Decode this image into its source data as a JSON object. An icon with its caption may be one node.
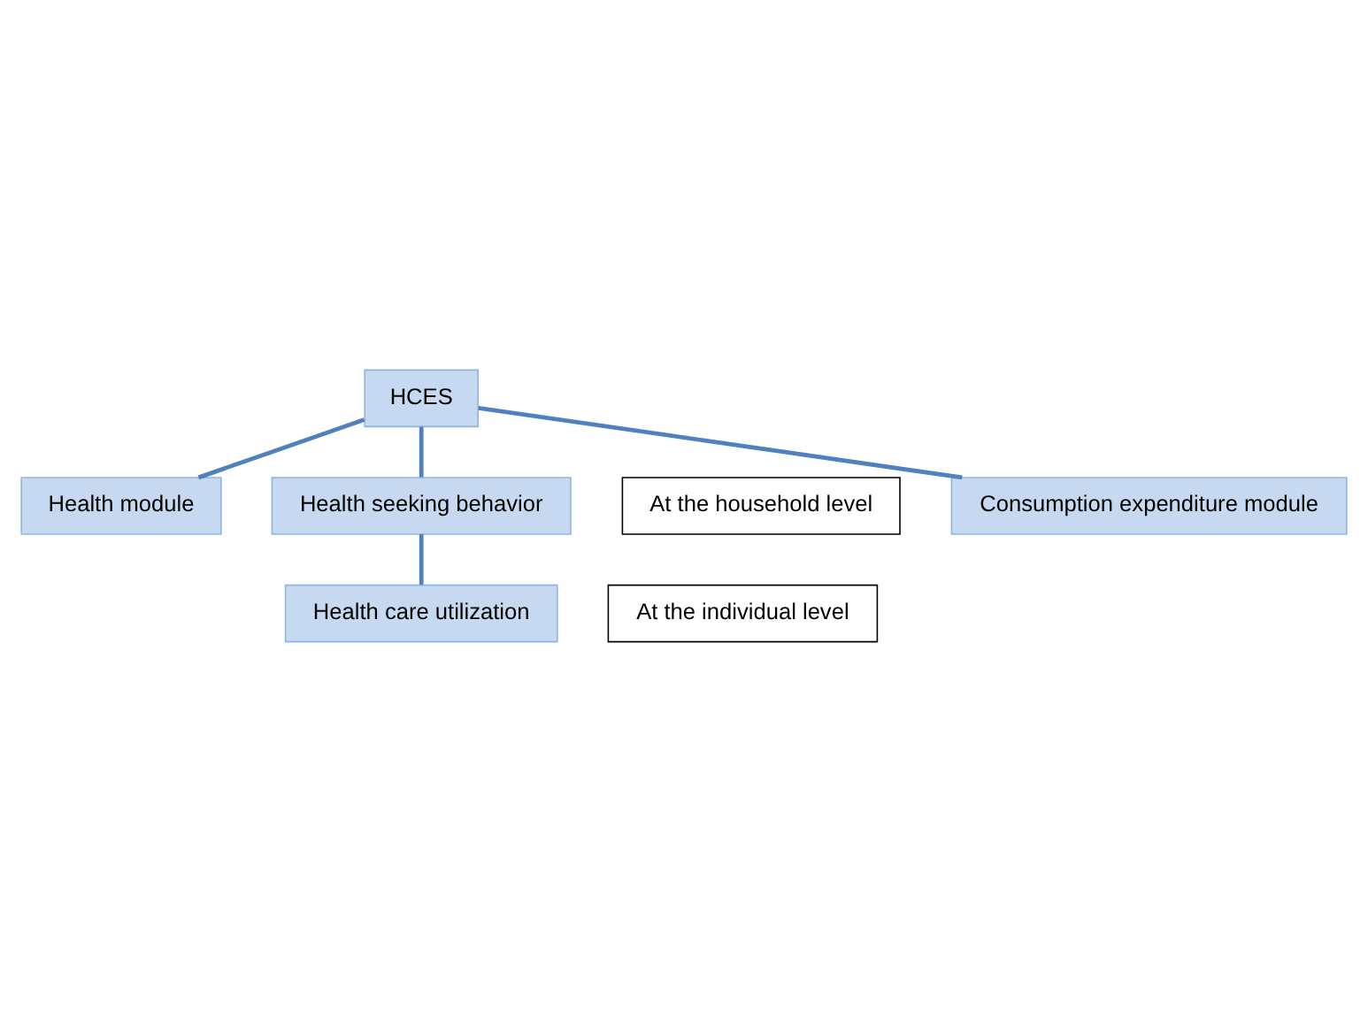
{
  "diagram": {
    "nodes": [
      {
        "text": [
          "HCES"
        ]
      },
      {
        "text": [
          "Consumption expenditure module"
        ]
      },
      {
        "text": [
          "Health module"
        ]
      },
      {
        "text": [
          "Health seeking behavior"
        ]
      },
      {
        "text": [
          "Health care utilization"
        ]
      }
    ],
    "edges": [
      {
        "from": 0,
        "to": 1,
        "arrow": "none"
      },
      {
        "from": 0,
        "to": 2,
        "arrow": "none"
      },
      {
        "from": 0,
        "to": 3,
        "arrow": "none"
      },
      {
        "from": 3,
        "to": 4,
        "arrow": "none"
      }
    ],
    "labels": [
      "At the household level",
      "At the individual level"
    ]
  }
}
